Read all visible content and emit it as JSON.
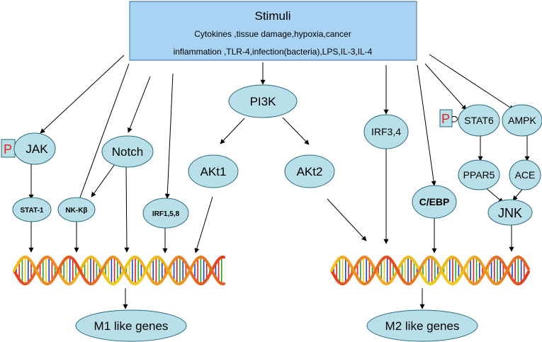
{
  "stimuli": {
    "title": "Stimuli",
    "line1": "Cytokines ,tissue damage,hypoxia,cancer",
    "line2": "inflammation ,TLR-4,infection(bacteria),LPS,IL-3,IL-4"
  },
  "nodes": {
    "pi3k": "PI3K",
    "jak": "JAK",
    "notch": "Notch",
    "akt1": "AKt1",
    "akt2": "AKt2",
    "irf34": "IRF3,4",
    "stat6": "STAT6",
    "ampk": "AMPK",
    "stat1": "STAT-1",
    "nfkb": "NK-Kβ",
    "irf158": "IRF1,5,8",
    "cebp": "C/EBP",
    "ppar5": "PPAR5",
    "ace": "ACE",
    "jnk": "JNK",
    "m1": "M1 like genes",
    "m2": "M2 like genes"
  },
  "phospho_label": "P",
  "colors": {
    "stimuli_fill": "#a9d3f2",
    "node_fill": "#b9e0e8",
    "node_stroke": "#2a6a7c",
    "phospho_fill": "#b9e0e8",
    "phospho_text": "#e8201e",
    "arrow": "#000000"
  }
}
